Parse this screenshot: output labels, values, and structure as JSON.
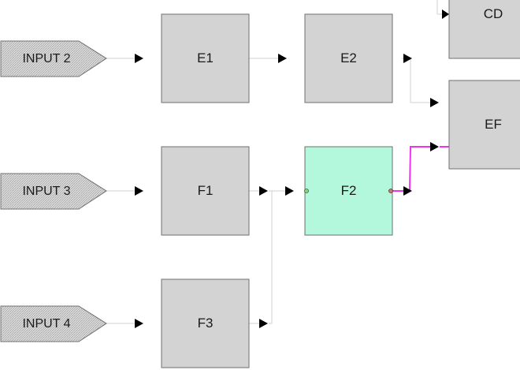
{
  "blocks": {
    "cd": "CD",
    "e1": "E1",
    "e2": "E2",
    "ef": "EF",
    "f1": "F1",
    "f2": "F2",
    "f3": "F3"
  },
  "inputs": {
    "input2": "INPUT 2",
    "input3": "INPUT 3",
    "input4": "INPUT 4"
  },
  "colors": {
    "block_fill": "#d3d3d3",
    "block_stroke": "#6f6f6f",
    "selected_fill": "#b3f7dc",
    "highlight_wire": "#ee33ee",
    "wire": "#d0d0d0",
    "arrow": "#000000"
  }
}
